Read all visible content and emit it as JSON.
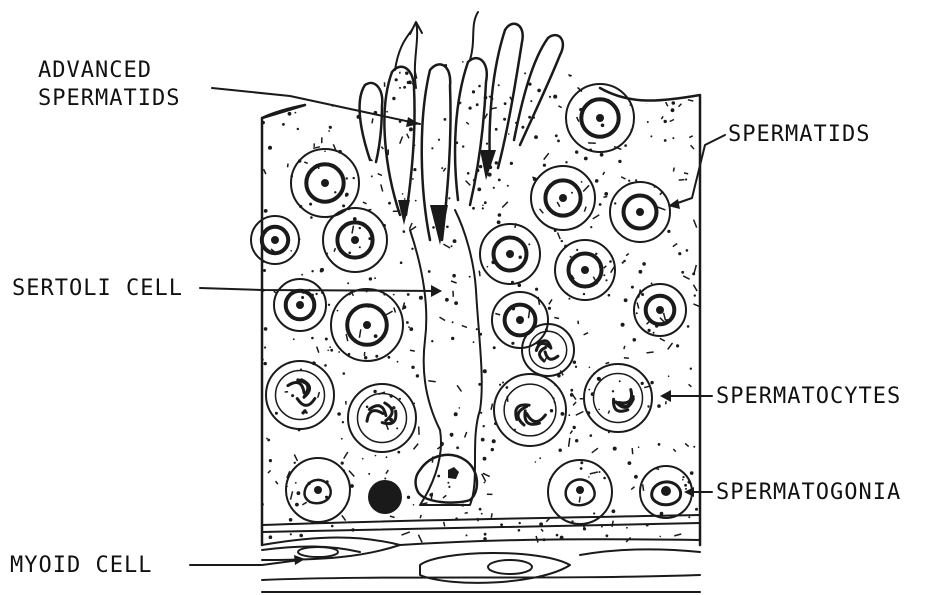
{
  "labels": {
    "advanced_spermatids_line1": "ADVANCED",
    "advanced_spermatids_line2": "SPERMATIDS",
    "spermatids": "SPERMATIDS",
    "sertoli_cell": "SERTOLI CELL",
    "spermatocytes": "SPERMATOCYTES",
    "spermatogonia": "SPERMATOGONIA",
    "myoid_cell": "MYOID CELL"
  },
  "colors": {
    "ink": "#1a1a1a",
    "background": "#ffffff"
  }
}
